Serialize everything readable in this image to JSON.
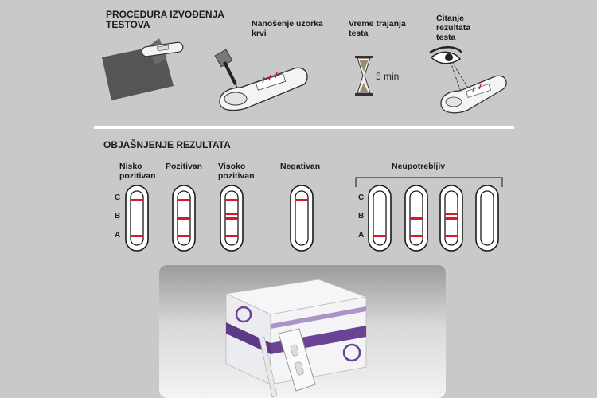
{
  "procedure": {
    "title": "PROCEDURA IZVOĐENJA\nTESTOVA",
    "step_sample": "Nanošenje uzorka\nkrvi",
    "step_time": "Vreme trajanja\ntesta",
    "time_value": "5 min",
    "step_reading": "Čitanje\nrezultata\ntesta"
  },
  "results": {
    "title": "OBJAŠNJENJE REZULTATA",
    "lower_positive": "Nisko\npozitivan",
    "positive": "Pozitivan",
    "high_positive": "Visoko\npozitivan",
    "negative": "Negativan",
    "invalid": "Neupotrebljiv",
    "line_c": "C",
    "line_b": "B",
    "line_a": "A"
  },
  "colors": {
    "background": "#c9c9c9",
    "line_red": "#d8192d",
    "strip_outline": "#1a1a1a"
  }
}
